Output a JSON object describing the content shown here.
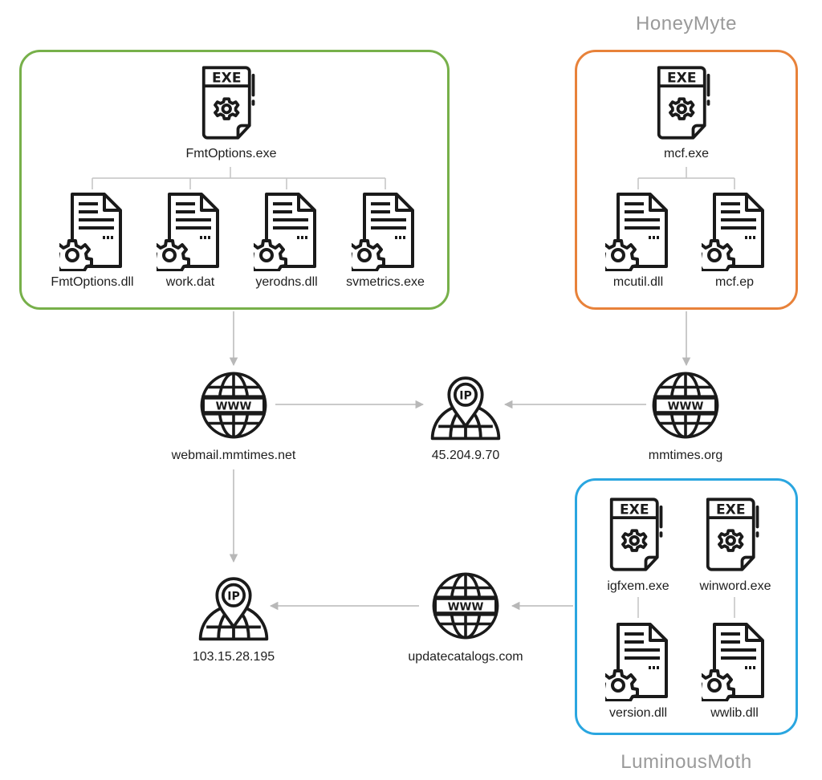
{
  "groups": {
    "unnamed": {
      "color": "#77b04a"
    },
    "honeymyte": {
      "label": "HoneyMyte",
      "color": "#e8823a"
    },
    "luminousmoth": {
      "label": "LuminousMoth",
      "color": "#2aa6e0"
    }
  },
  "nodes": {
    "fmtoptions_exe": {
      "label": "FmtOptions.exe",
      "icon": "exe-file-icon",
      "badge": "EXE"
    },
    "fmtoptions_dll": {
      "label": "FmtOptions.dll",
      "icon": "document-gear-icon"
    },
    "work_dat": {
      "label": "work.dat",
      "icon": "document-gear-icon"
    },
    "yerodns_dll": {
      "label": "yerodns.dll",
      "icon": "document-gear-icon"
    },
    "svmetrics_exe": {
      "label": "svmetrics.exe",
      "icon": "document-gear-icon"
    },
    "mcf_exe": {
      "label": "mcf.exe",
      "icon": "exe-file-icon",
      "badge": "EXE"
    },
    "mcutil_dll": {
      "label": "mcutil.dll",
      "icon": "document-gear-icon"
    },
    "mcf_ep": {
      "label": "mcf.ep",
      "icon": "document-gear-icon"
    },
    "webmail_domain": {
      "label": "webmail.mmtimes.net",
      "icon": "globe-www-icon",
      "badge": "WWW"
    },
    "ip_45": {
      "label": "45.204.9.70",
      "icon": "ip-location-pin-icon",
      "badge": "IP"
    },
    "mmtimes_domain": {
      "label": "mmtimes.org",
      "icon": "globe-www-icon",
      "badge": "WWW"
    },
    "ip_103": {
      "label": "103.15.28.195",
      "icon": "ip-location-pin-icon",
      "badge": "IP"
    },
    "updatecatalogs_domain": {
      "label": "updatecatalogs.com",
      "icon": "globe-www-icon",
      "badge": "WWW"
    },
    "igfxem_exe": {
      "label": "igfxem.exe",
      "icon": "exe-file-icon",
      "badge": "EXE"
    },
    "winword_exe": {
      "label": "winword.exe",
      "icon": "exe-file-icon",
      "badge": "EXE"
    },
    "version_dll": {
      "label": "version.dll",
      "icon": "document-gear-icon"
    },
    "wwlib_dll": {
      "label": "wwlib.dll",
      "icon": "document-gear-icon"
    }
  },
  "edges": [
    {
      "from": "unnamed_group",
      "to": "webmail_domain"
    },
    {
      "from": "honeymyte_group",
      "to": "mmtimes_domain"
    },
    {
      "from": "webmail_domain",
      "to": "ip_45"
    },
    {
      "from": "mmtimes_domain",
      "to": "ip_45"
    },
    {
      "from": "webmail_domain",
      "to": "ip_103"
    },
    {
      "from": "updatecatalogs_domain",
      "to": "ip_103"
    },
    {
      "from": "luminousmoth_group",
      "to": "updatecatalogs_domain"
    }
  ],
  "colors": {
    "line": "#b8b8b8",
    "icon": "#1a1a1a"
  }
}
